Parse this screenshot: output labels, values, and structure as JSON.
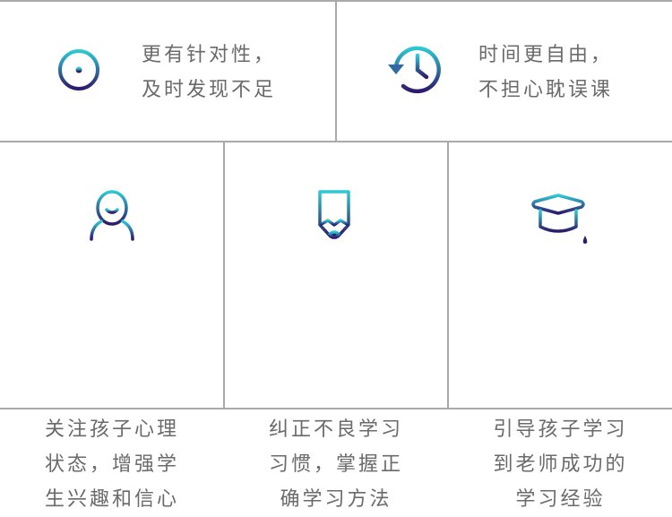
{
  "colors": {
    "gradient_top": "#2ec8d3",
    "gradient_bottom": "#2d1a6c",
    "text": "#6a6a6a",
    "border": "#a9a9a9"
  },
  "features": [
    {
      "icon": "crosshair-icon",
      "lines": [
        "更有针对性，",
        "及时发现不足"
      ]
    },
    {
      "icon": "history-clock-icon",
      "lines": [
        "时间更自由，",
        "不担心耽误课"
      ]
    },
    {
      "icon": "user-icon",
      "lines": [
        "关注孩子心理",
        "状态，增强学",
        "生兴趣和信心"
      ]
    },
    {
      "icon": "pencil-icon",
      "lines": [
        "纠正不良学习",
        "习惯，掌握正",
        "确学习方法"
      ]
    },
    {
      "icon": "graduation-cap-icon",
      "lines": [
        "引导孩子学习",
        "到老师成功的",
        "学习经验"
      ]
    }
  ]
}
